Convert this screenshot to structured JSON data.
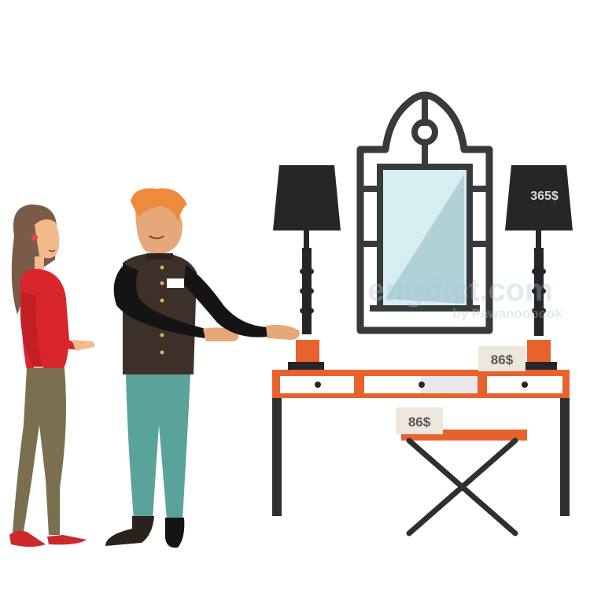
{
  "scene": {
    "price_tags": {
      "lamp": "365$",
      "table": "86$",
      "stool": "86$"
    },
    "watermark": {
      "brand": "engdict.com",
      "credit": "by Pawanoobook"
    },
    "colors": {
      "accent_orange": "#E8622E",
      "dark": "#2b2b2b",
      "mirror_glass": "#d6eef2",
      "woman_top": "#d8262b",
      "salesman_pants": "#5aa39b"
    }
  }
}
